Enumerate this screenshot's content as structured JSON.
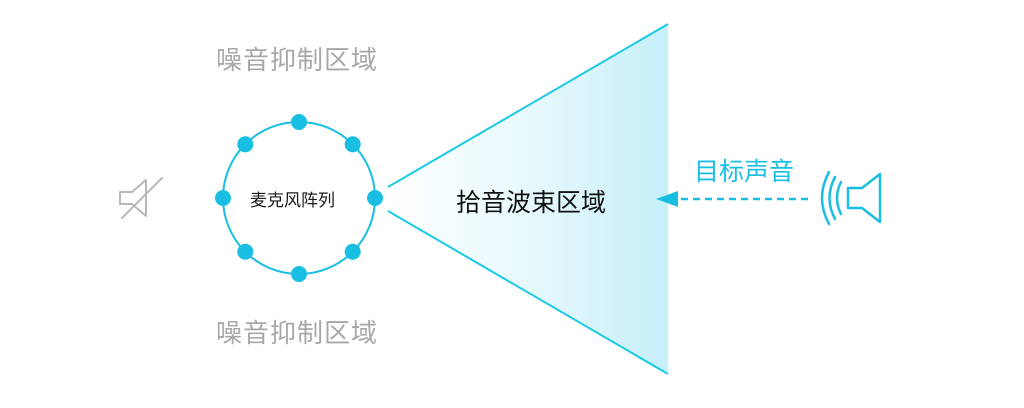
{
  "diagram": {
    "noise_region_top": "噪音抑制区域",
    "noise_region_bottom": "噪音抑制区域",
    "mic_array_label": "麦克风阵列",
    "beam_region_label": "拾音波束区域",
    "target_sound_label": "目标声音",
    "mic_count": 8,
    "colors": {
      "accent": "#19bfe2",
      "muted_text": "#a8a8a8",
      "dark_text": "#111111",
      "beam_fill_start": "#c9f1f9",
      "beam_fill_end": "#ffffff"
    },
    "icons": {
      "muted_speaker": "speaker-muted-icon",
      "sound_source": "speaker-sound-icon"
    }
  }
}
